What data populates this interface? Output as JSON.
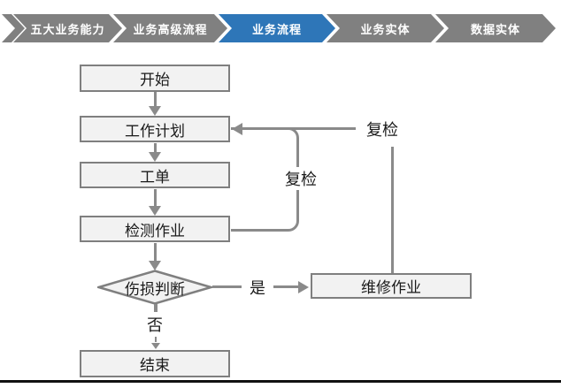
{
  "header": {
    "tabs": [
      {
        "label": "五大业务能力",
        "active": false
      },
      {
        "label": "业务高级流程",
        "active": false
      },
      {
        "label": "业务流程",
        "active": true
      },
      {
        "label": "业务实体",
        "active": false
      },
      {
        "label": "数据实体",
        "active": false
      }
    ],
    "colors": {
      "inactive": "#808080",
      "active": "#2e76b8",
      "text": "#ffffff"
    }
  },
  "flowchart": {
    "nodes": {
      "start": "开始",
      "plan": "工作计划",
      "order": "工单",
      "inspect": "检测作业",
      "decision": "伤损判断",
      "repair": "维修作业",
      "end": "结束"
    },
    "edge_labels": {
      "yes": "是",
      "no": "否",
      "recheck_inner": "复检",
      "recheck_outer": "复检"
    },
    "colors": {
      "node_fill": "#f2f2f2",
      "node_border": "#7f7f7f",
      "connector": "#8a8a8a",
      "text": "#1a1a1a"
    }
  }
}
